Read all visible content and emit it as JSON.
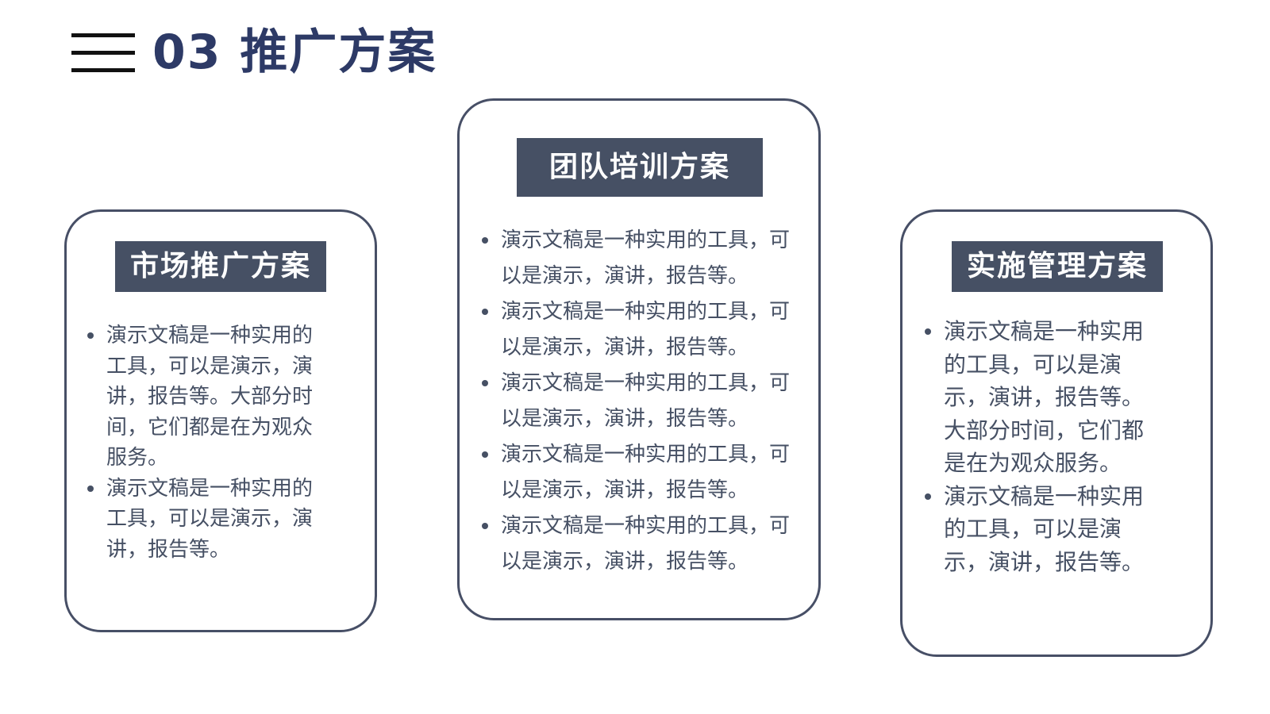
{
  "header": {
    "title": "03 推广方案",
    "menu_icon": "hamburger-menu-icon"
  },
  "cards": {
    "left": {
      "title": "市场推广方案",
      "bullets": [
        "演示文稿是一种实用的工具，可以是演示，演讲，报告等。大部分时间，它们都是在为观众服务。",
        "演示文稿是一种实用的工具，可以是演示，演讲，报告等。"
      ]
    },
    "center": {
      "title": "团队培训方案",
      "bullets": [
        "演示文稿是一种实用的工具，可以是演示，演讲，报告等。",
        "演示文稿是一种实用的工具，可以是演示，演讲，报告等。",
        "演示文稿是一种实用的工具，可以是演示，演讲，报告等。",
        "演示文稿是一种实用的工具，可以是演示，演讲，报告等。",
        "演示文稿是一种实用的工具，可以是演示，演讲，报告等。"
      ]
    },
    "right": {
      "title": "实施管理方案",
      "bullets": [
        "演示文稿是一种实用的工具，可以是演示，演讲，报告等。大部分时间，它们都是在为观众服务。",
        "演示文稿是一种实用的工具，可以是演示，演讲，报告等。"
      ]
    }
  },
  "colors": {
    "title": "#2d3a66",
    "header_bg": "#465064",
    "text": "#465064",
    "border": "#474f66"
  }
}
